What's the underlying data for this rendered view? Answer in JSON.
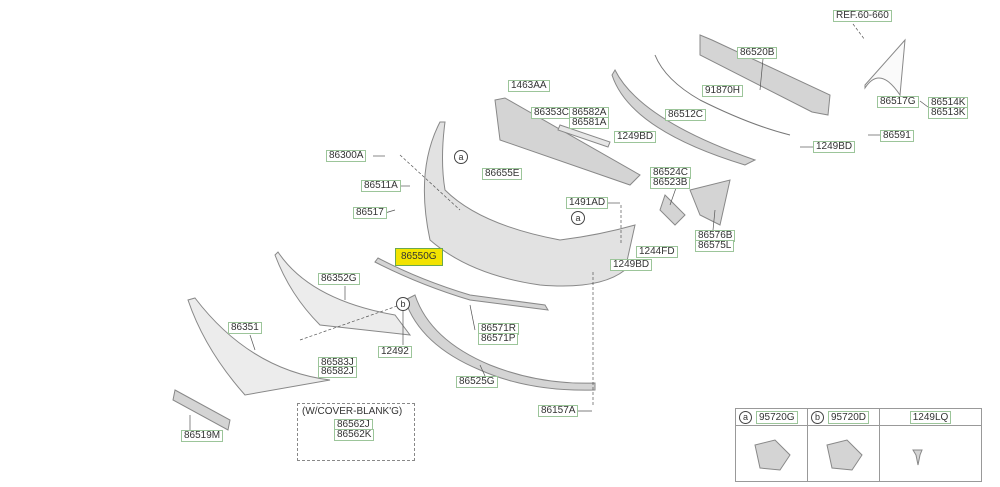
{
  "highlight_color": "#f2e300",
  "labels": {
    "ref": "REF.60-660",
    "p86520B": "86520B",
    "p91870H": "91870H",
    "p86517G": "86517G",
    "p86514K": "86514K",
    "p86513K": "86513K",
    "p1463AA": "1463AA",
    "p86353C": "86353C",
    "p86582A": "86582A",
    "p86581A": "86581A",
    "p86512C": "86512C",
    "p1249BD_a": "1249BD",
    "p86591": "86591",
    "p1249BD_b": "1249BD",
    "p86300A": "86300A",
    "p86511A": "86511A",
    "p86655E": "86655E",
    "p86524C": "86524C",
    "p86523B": "86523B",
    "p86517": "86517",
    "p1491AD": "1491AD",
    "p86576B": "86576B",
    "p86575L": "86575L",
    "p1244FD": "1244FD",
    "p1249BD_c": "1249BD",
    "p86550G": "86550G",
    "p86352G": "86352G",
    "p86351": "86351",
    "p86571R": "86571R",
    "p86571P": "86571P",
    "p12492": "12492",
    "p86583J": "86583J",
    "p86582J": "86582J",
    "p86525G": "86525G",
    "p86157A": "86157A",
    "p86519M": "86519M",
    "p86562J": "86562J",
    "p86562K": "86562K"
  },
  "callouts": {
    "a": "a",
    "b": "b"
  },
  "cover_note": "(W/COVER-BLANK'G)",
  "legend": [
    {
      "mark": "a",
      "part": "95720G"
    },
    {
      "mark": "b",
      "part": "95720D"
    },
    {
      "mark": "",
      "part": "1249LQ"
    }
  ]
}
